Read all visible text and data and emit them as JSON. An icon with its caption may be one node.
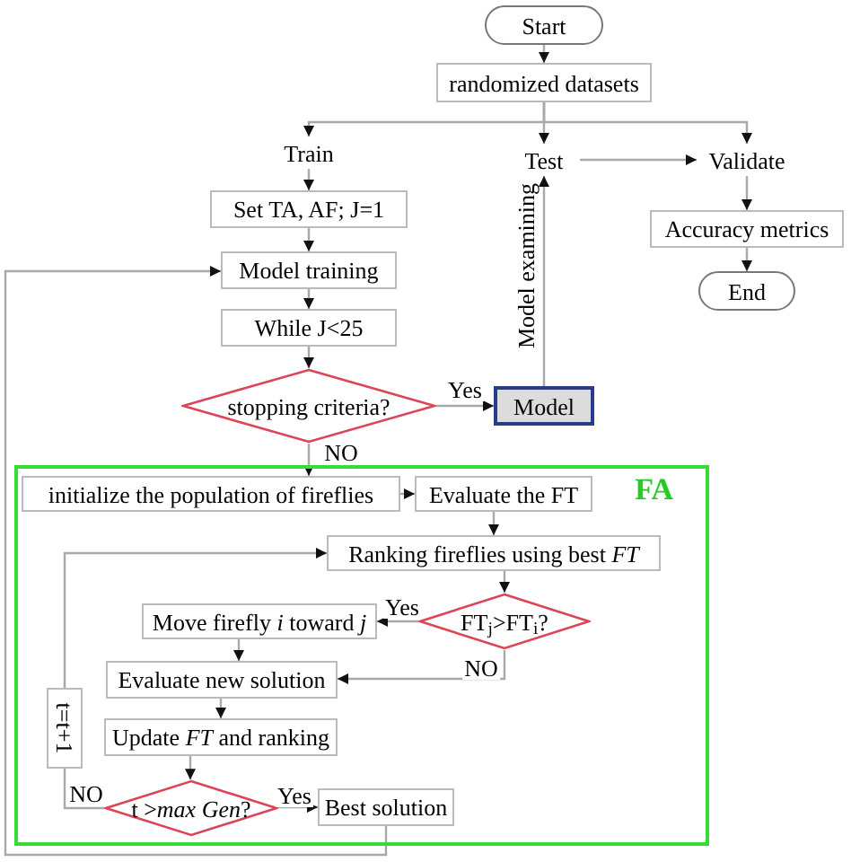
{
  "diagram": {
    "nodes": [
      {
        "text": [
          "Start"
        ]
      },
      {
        "text": [
          "randomized datasets"
        ]
      },
      {
        "text": [
          "Train"
        ]
      },
      {
        "text": [
          "Test"
        ]
      },
      {
        "text": [
          "Validate"
        ]
      },
      {
        "text": [
          "Set TA, AF; J=1"
        ]
      },
      {
        "text": [
          "Accuracy metrics"
        ]
      },
      {
        "text": [
          "End"
        ]
      },
      {
        "text": [
          "Model training"
        ]
      },
      {
        "text": [
          "While J<25"
        ]
      },
      {
        "text": [
          "stopping criteria?"
        ]
      },
      {
        "text": [
          "Model"
        ]
      },
      {
        "text": [
          "FA"
        ]
      },
      {
        "text": [
          "initialize the population of fireflies"
        ],
        "in": 12
      },
      {
        "text": [
          "Evaluate the FT"
        ],
        "in": 12
      },
      {
        "text": [
          "Ranking fireflies using best *FT*"
        ],
        "in": 12
      },
      {
        "text": [
          "FT$_{j}$>FT$_{i}$?"
        ],
        "in": 12
      },
      {
        "text": [
          "Move firefly *i* toward *j*"
        ],
        "in": 12
      },
      {
        "text": [
          "Evaluate new solution"
        ],
        "in": 12
      },
      {
        "text": [
          "Update *FT* and ranking"
        ],
        "in": 12
      },
      {
        "text": [
          "t >*max Gen*?"
        ],
        "in": 12
      },
      {
        "text": [
          "Best solution"
        ],
        "in": 12
      },
      {
        "text": [
          "t=t+1"
        ],
        "in": 12
      }
    ],
    "edges": [
      {
        "from": 0,
        "to": 1,
        "arrow": "to"
      },
      {
        "from": 1,
        "to": 2,
        "arrow": "to"
      },
      {
        "from": 1,
        "to": 3,
        "arrow": "to"
      },
      {
        "from": 1,
        "to": 4,
        "arrow": "to"
      },
      {
        "from": 3,
        "to": 4,
        "arrow": "to"
      },
      {
        "from": 2,
        "to": 5,
        "arrow": "to"
      },
      {
        "from": 4,
        "to": 6,
        "arrow": "to"
      },
      {
        "from": 6,
        "to": 7,
        "arrow": "to"
      },
      {
        "from": 5,
        "to": 8,
        "arrow": "to"
      },
      {
        "from": 8,
        "to": 9,
        "arrow": "to"
      },
      {
        "from": 9,
        "to": 10,
        "arrow": "to"
      },
      {
        "from": 10,
        "to": 11,
        "arrow": "to",
        "label": "Yes"
      },
      {
        "from": 11,
        "to": 3,
        "arrow": "to",
        "label": "Model examining"
      },
      {
        "from": 10,
        "to": 13,
        "arrow": "to",
        "label": "NO"
      },
      {
        "from": 13,
        "to": 14,
        "arrow": "to"
      },
      {
        "from": 14,
        "to": 15,
        "arrow": "to"
      },
      {
        "from": 15,
        "to": 16,
        "arrow": "to"
      },
      {
        "from": 16,
        "to": 17,
        "arrow": "to",
        "label": "Yes"
      },
      {
        "from": 17,
        "to": 18,
        "arrow": "to"
      },
      {
        "from": 16,
        "to": 18,
        "arrow": "to",
        "label": "NO"
      },
      {
        "from": 18,
        "to": 19,
        "arrow": "to"
      },
      {
        "from": 19,
        "to": 20,
        "arrow": "to"
      },
      {
        "from": 20,
        "to": 21,
        "arrow": "to",
        "label": "Yes"
      },
      {
        "from": 20,
        "to": 22,
        "arrow": "none",
        "label": "NO"
      },
      {
        "from": 22,
        "to": 15,
        "arrow": "to"
      },
      {
        "from": 21,
        "to": 8,
        "arrow": "to"
      }
    ]
  }
}
